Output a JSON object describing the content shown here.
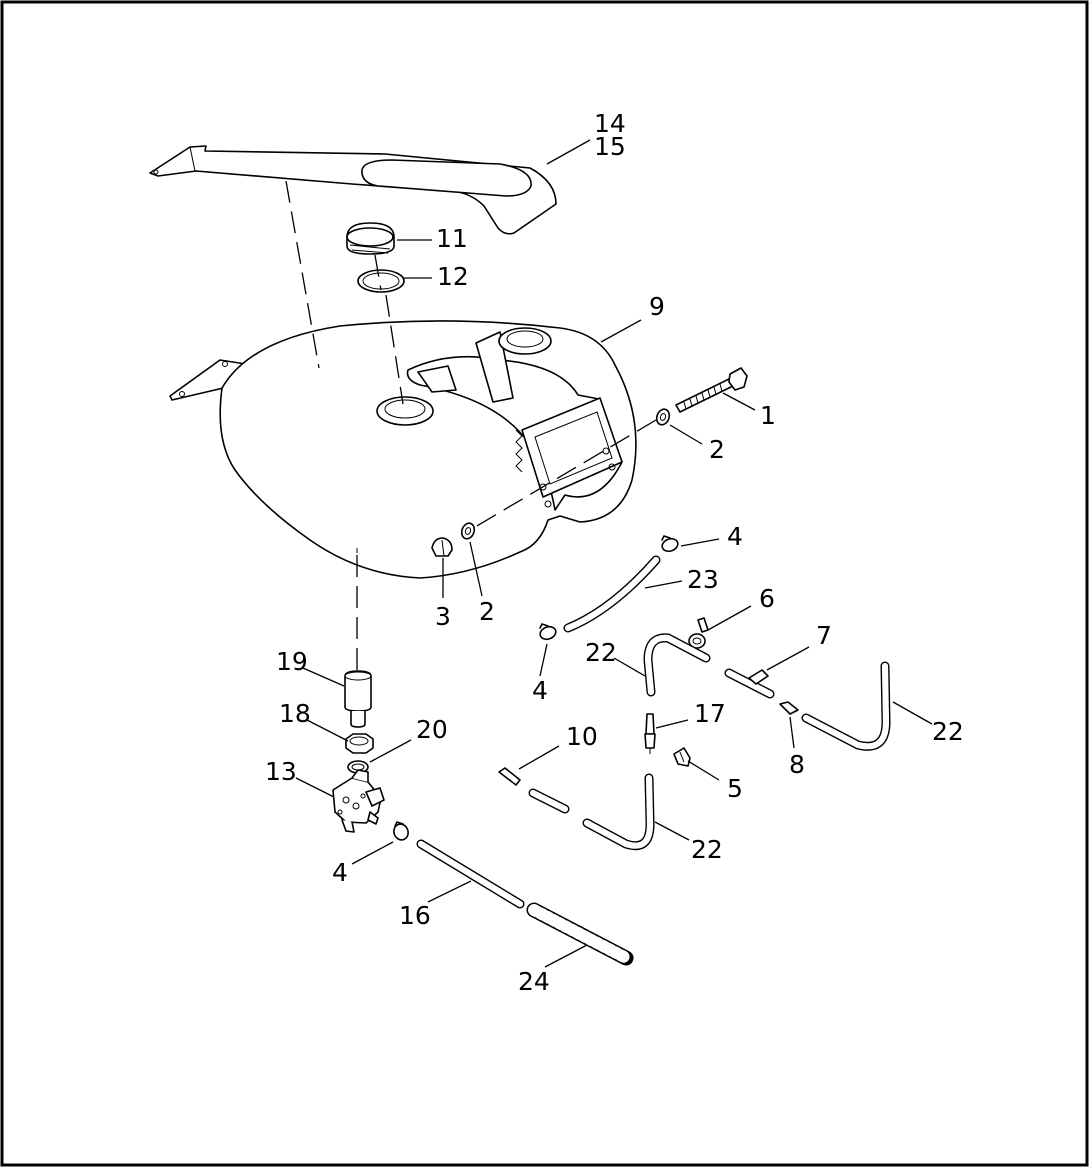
{
  "callouts": {
    "c1": "1",
    "c2a": "2",
    "c2b": "2",
    "c3": "3",
    "c4a": "4",
    "c4b": "4",
    "c4c": "4",
    "c5": "5",
    "c6": "6",
    "c7": "7",
    "c8": "8",
    "c9": "9",
    "c10": "10",
    "c11": "11",
    "c12": "12",
    "c13": "13",
    "c14": "14",
    "c15": "15",
    "c16": "16",
    "c17": "17",
    "c18": "18",
    "c19": "19",
    "c20": "20",
    "c22a": "22",
    "c22b": "22",
    "c22c": "22",
    "c23": "23",
    "c24": "24"
  }
}
